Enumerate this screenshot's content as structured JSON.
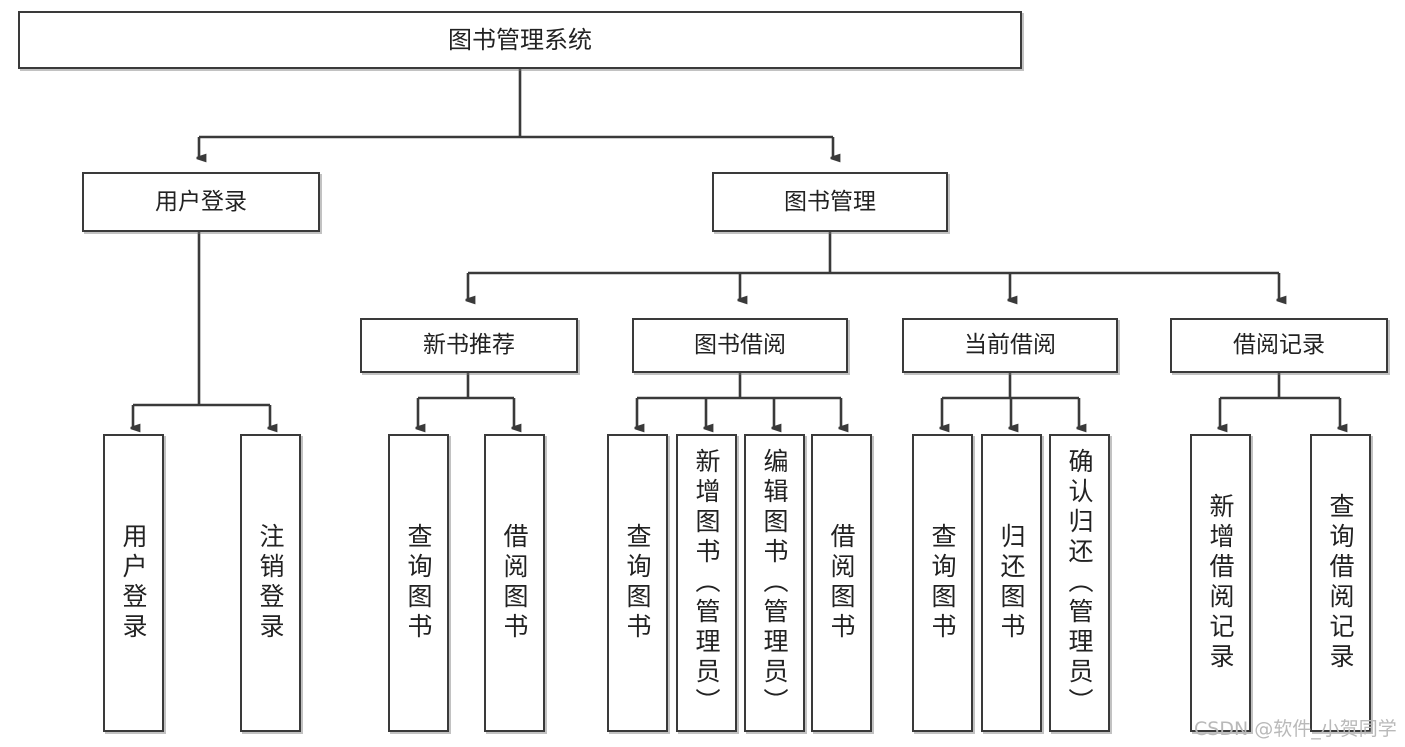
{
  "diagram": {
    "type": "tree-hierarchy-chart",
    "title": "图书管理系统",
    "line_color": "#3a3a3a",
    "box_fill": "#ffffff",
    "text_color": "#222222",
    "levels": {
      "root": {
        "label": "图书管理系统"
      },
      "level2": [
        {
          "label": "用户登录"
        },
        {
          "label": "图书管理"
        }
      ],
      "level3": [
        {
          "label": "新书推荐"
        },
        {
          "label": "图书借阅"
        },
        {
          "label": "当前借阅"
        },
        {
          "label": "借阅记录"
        }
      ],
      "leaves": {
        "user_login": [
          {
            "label": "用户登录"
          },
          {
            "label": "注销登录"
          }
        ],
        "new_book_recommend": [
          {
            "label": "查询图书"
          },
          {
            "label": "借阅图书"
          }
        ],
        "book_borrow": [
          {
            "label": "查询图书"
          },
          {
            "label": "新增图书（管理员）"
          },
          {
            "label": "编辑图书（管理员）"
          },
          {
            "label": "借阅图书"
          }
        ],
        "current_borrow": [
          {
            "label": "查询图书"
          },
          {
            "label": "归还图书"
          },
          {
            "label": "确认归还（管理员）"
          }
        ],
        "borrow_record": [
          {
            "label": "新增借阅记录"
          },
          {
            "label": "查询借阅记录"
          }
        ]
      }
    }
  },
  "watermark": {
    "text": "CSDN @软件_小贺同学",
    "color": "#b9b9b9"
  }
}
